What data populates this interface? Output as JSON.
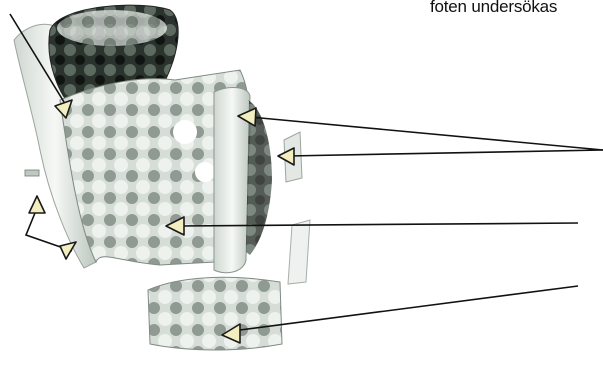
{
  "caption_text": "foten undersökas",
  "colors": {
    "foam_light": "#eef2ee",
    "foam_mid": "#c9d3cc",
    "foam_dark": "#2a332d",
    "foam_shadow": "#6f7b72",
    "arrow_fill": "#f3eebf",
    "arrow_stroke": "#1a1a1a",
    "line": "#111111"
  },
  "annotations": [
    {
      "name": "arrow-top-left"
    },
    {
      "name": "arrow-tall-pad-top"
    },
    {
      "name": "arrow-small-piece"
    },
    {
      "name": "arrow-center-foam"
    },
    {
      "name": "arrow-left-upper"
    },
    {
      "name": "arrow-left-lower"
    },
    {
      "name": "arrow-bottom-block"
    }
  ]
}
